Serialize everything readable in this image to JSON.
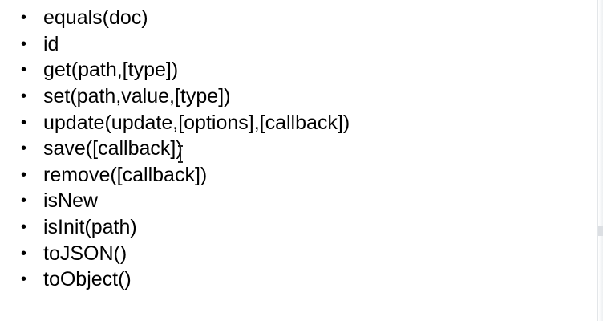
{
  "bullet_glyph": "•",
  "methods": [
    "equals(doc)",
    "id",
    "get(path,[type])",
    "set(path,value,[type])",
    "update(update,[options],[callback])",
    "save([callback])",
    "remove([callback])",
    "isNew",
    "isInit(path)",
    "toJSON()",
    "toObject()"
  ],
  "icons": {
    "pointer": "text-cursor-icon"
  }
}
